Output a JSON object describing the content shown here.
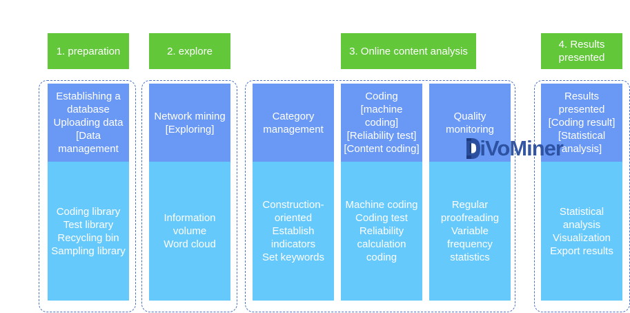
{
  "stages": [
    {
      "label": "1. preparation"
    },
    {
      "label": "2. explore"
    },
    {
      "label": "3. Online content analysis"
    },
    {
      "label": "4. Results\npresented"
    }
  ],
  "columns": [
    {
      "top": "Establishing a\ndatabase\nUploading data\n[Data\nmanagement",
      "bottom": "Coding library\nTest library\nRecycling bin\nSampling library"
    },
    {
      "top": "Network mining\n[Exploring]",
      "bottom": "Information\nvolume\nWord cloud"
    },
    {
      "top": "Category\nmanagement",
      "bottom": "Construction-\noriented\nEstablish\nindicators\nSet keywords"
    },
    {
      "top": "Coding\n[machine\ncoding]\n[Reliability test]\n[Content coding]",
      "bottom": "Machine coding\nCoding test\nReliability\ncalculation\ncoding"
    },
    {
      "top": "Quality\nmonitoring",
      "bottom": "Regular\nproofreading\nVariable\nfrequency\nstatistics"
    },
    {
      "top": "Results\npresented\n[Coding result]\n[Statistical\nanalysis]",
      "bottom": "Statistical\nanalysis\nVisualization\nExport results"
    }
  ],
  "watermark": {
    "text": "DiVoMiner"
  }
}
